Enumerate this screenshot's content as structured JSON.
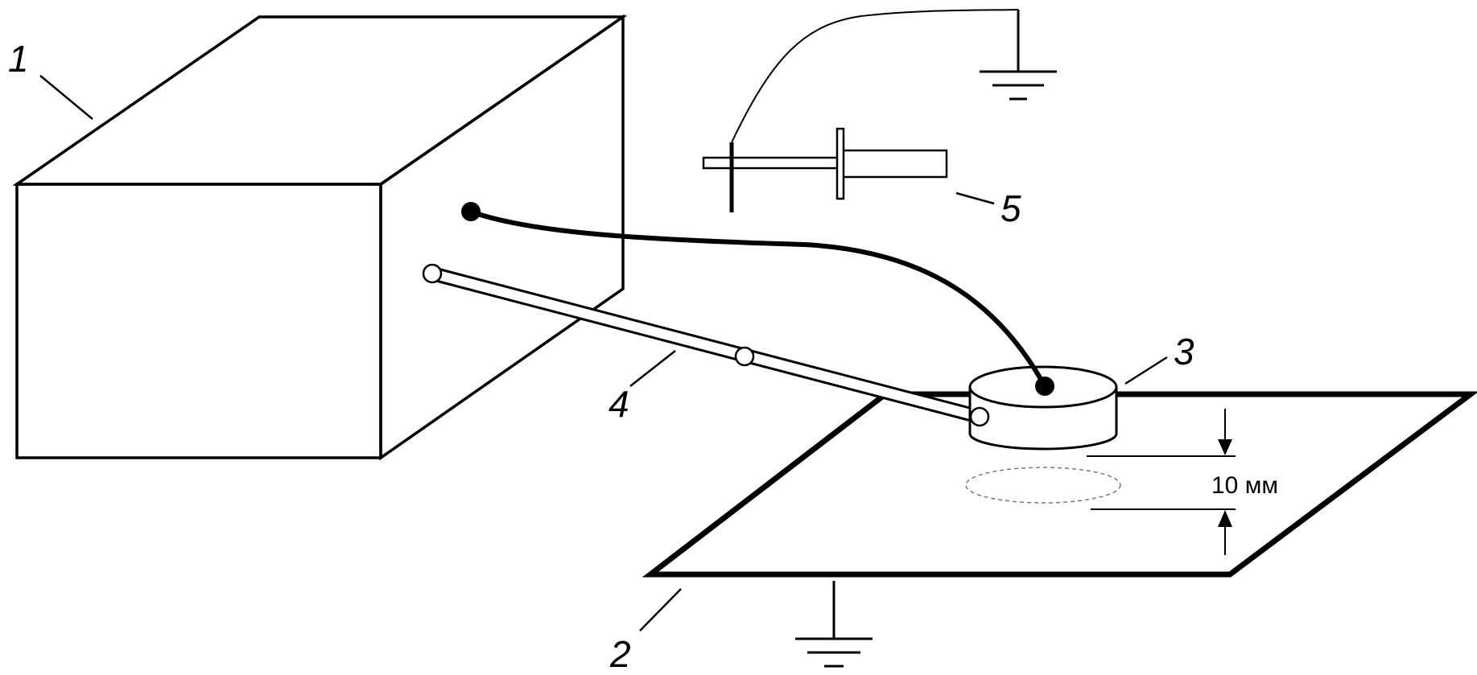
{
  "labels": {
    "box": "1",
    "plate": "2",
    "electrode": "3",
    "rod": "4",
    "probe": "5"
  },
  "dimension": {
    "text": "10 мм"
  }
}
